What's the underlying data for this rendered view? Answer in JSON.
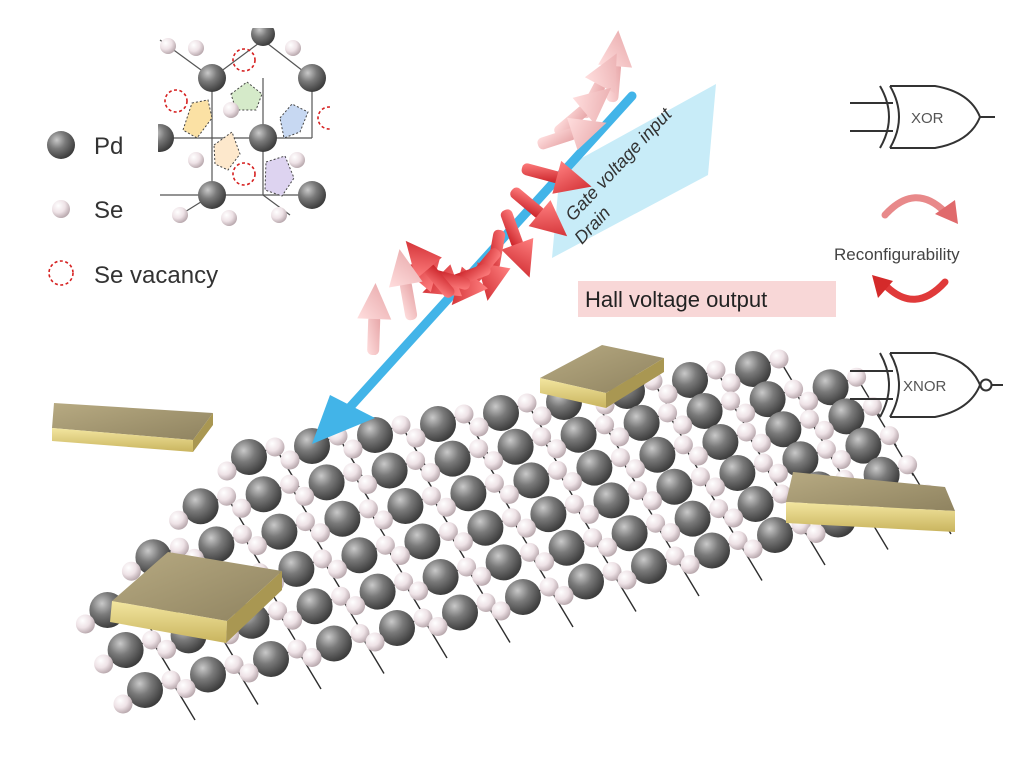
{
  "legend": {
    "items": [
      {
        "label": "Pd",
        "icon": "pd-atom-icon"
      },
      {
        "label": "Se",
        "icon": "se-atom-icon"
      },
      {
        "label": "Se vacancy",
        "icon": "se-vacancy-icon"
      }
    ]
  },
  "beam": {
    "label_top": "Gate voltage input",
    "label_bottom": "Drain"
  },
  "hall": {
    "label": "Hall voltage output"
  },
  "logic": {
    "xor_label": "XOR",
    "xnor_label": "XNOR",
    "reconfig_label": "Reconfigurability"
  },
  "colors": {
    "pd_atom": "#6e6e6e",
    "se_atom": "#efe4e8",
    "vacancy": "#d62020",
    "electrode": "#a89a6e",
    "electrode_edge": "#e0cf7a",
    "beam": "#4cb8ea",
    "beam_label_bg": "#c8ecf8",
    "hall_bg": "#f8d7d7",
    "arrow_dark": "#e0393c",
    "arrow_light": "#f2bcbc"
  }
}
